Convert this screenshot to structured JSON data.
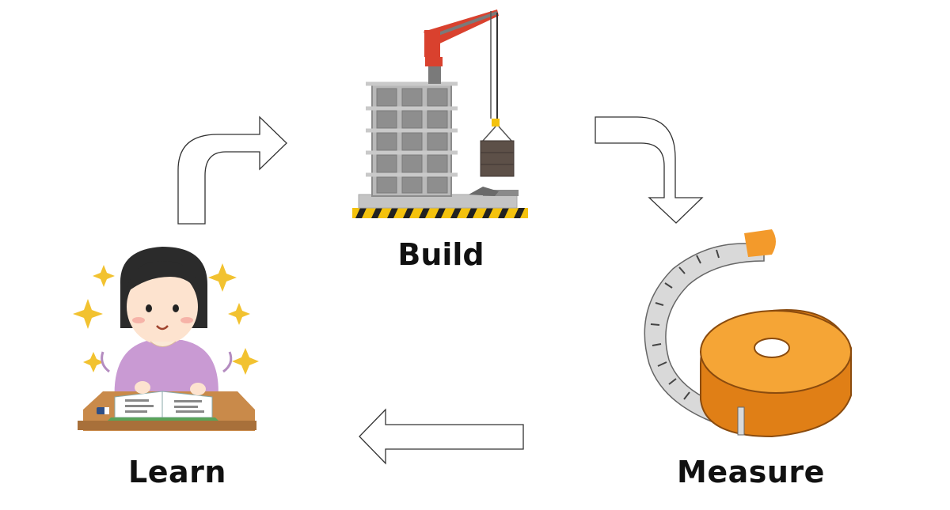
{
  "diagram": {
    "steps": [
      {
        "id": "build",
        "label": "Build",
        "icon": "construction-crane-icon"
      },
      {
        "id": "measure",
        "label": "Measure",
        "icon": "tape-measure-icon"
      },
      {
        "id": "learn",
        "label": "Learn",
        "icon": "studying-girl-icon"
      }
    ],
    "arrows": [
      {
        "from": "learn",
        "to": "build"
      },
      {
        "from": "build",
        "to": "measure"
      },
      {
        "from": "measure",
        "to": "learn"
      }
    ]
  },
  "colors": {
    "arrow_stroke": "#333333",
    "tape_orange": "#f39a2b",
    "tape_dark": "#e07f16",
    "crane_red": "#d9412e",
    "building_gray": "#9b9b9b",
    "hazard_yellow": "#f4c20d",
    "shirt_purple": "#c99ad3",
    "hair": "#2b2b2b",
    "desk": "#c98a4a",
    "sparkle": "#f2c230"
  }
}
